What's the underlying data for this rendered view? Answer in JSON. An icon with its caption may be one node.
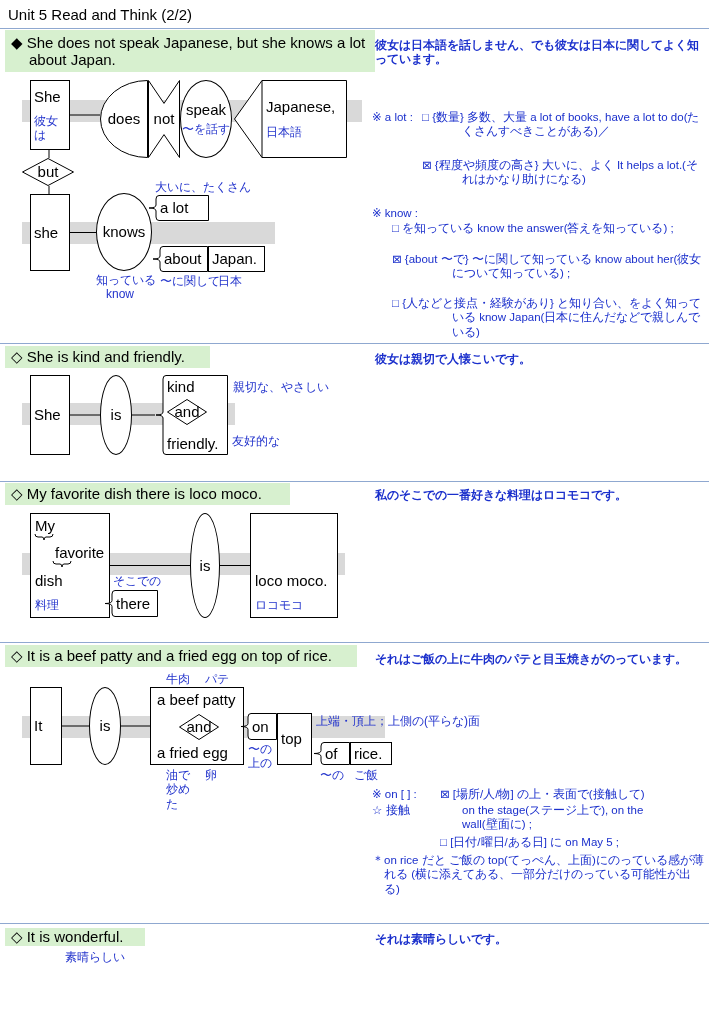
{
  "diagram": {
    "nodes": [
      {
        "text": [
          "◆ She does not speak Japanese, but she knows a lot about Japan."
        ]
      },
      {
        "text": [
          "She",
          "彼女は"
        ]
      },
      {
        "text": [
          "does"
        ]
      },
      {
        "text": [
          "not"
        ]
      },
      {
        "text": [
          "speak",
          "〜を話す"
        ]
      },
      {
        "text": [
          "Japanese,",
          "日本語"
        ]
      },
      {
        "text": [
          "but"
        ]
      },
      {
        "text": [
          "she"
        ]
      },
      {
        "text": [
          "knows"
        ],
        "beside": [
          "知っている",
          "know"
        ]
      },
      {
        "text": [
          "a lot"
        ],
        "beside": [
          "大いに、たくさん"
        ]
      },
      {
        "text": [
          "about"
        ],
        "beside": [
          "〜に関して"
        ]
      },
      {
        "text": [
          "Japan."
        ],
        "beside": [
          "日本"
        ]
      },
      {
        "text": [
          "◇ She is kind and friendly."
        ]
      },
      {
        "text": [
          "She"
        ]
      },
      {
        "text": [
          "is"
        ]
      },
      {
        "text": [
          "kind",
          "friendly."
        ],
        "beside": [
          "親切な、やさしい",
          "友好的な"
        ]
      },
      {
        "text": [
          "and"
        ],
        "in": 15
      },
      {
        "text": [
          "◇ My favorite dish there is loco moco."
        ]
      },
      {
        "text": [
          "My",
          "favorite",
          "dish",
          "料理"
        ]
      },
      {
        "text": [
          "there"
        ],
        "beside": [
          "そこでの"
        ]
      },
      {
        "text": [
          "is"
        ]
      },
      {
        "text": [
          "loco moco.",
          "ロコモコ"
        ]
      },
      {
        "text": [
          "◇ It is a beef patty and a fried egg on top of rice."
        ]
      },
      {
        "text": [
          "It"
        ]
      },
      {
        "text": [
          "is"
        ]
      },
      {
        "text": [
          "a beef patty",
          "a fried egg"
        ],
        "beside": [
          "牛肉",
          "パテ",
          "油で炒めた",
          "卵"
        ]
      },
      {
        "text": [
          "and"
        ],
        "in": 25
      },
      {
        "text": [
          "on"
        ],
        "beside": [
          "〜の上の"
        ]
      },
      {
        "text": [
          "top"
        ],
        "beside": [
          "上端・頂上；上側の(平らな)面"
        ]
      },
      {
        "text": [
          "of"
        ],
        "beside": [
          "〜の"
        ]
      },
      {
        "text": [
          "rice."
        ],
        "beside": [
          "ご飯"
        ]
      },
      {
        "text": [
          "◇ It is wonderful."
        ],
        "beside": [
          "素晴らしい"
        ]
      }
    ],
    "edges": [
      {
        "from": 1,
        "to": 2,
        "arrow": "none"
      },
      {
        "from": 1,
        "to": 6,
        "arrow": "none"
      },
      {
        "from": 6,
        "to": 7,
        "arrow": "none"
      },
      {
        "from": 7,
        "to": 8,
        "arrow": "none"
      },
      {
        "from": 13,
        "to": 14,
        "arrow": "none"
      },
      {
        "from": 14,
        "to": 15,
        "arrow": "none"
      },
      {
        "from": 18,
        "to": 20,
        "arrow": "none"
      },
      {
        "from": 20,
        "to": 21,
        "arrow": "none"
      },
      {
        "from": 23,
        "to": 24,
        "arrow": "none"
      },
      {
        "from": 24,
        "to": 25,
        "arrow": "none"
      }
    ],
    "labels": [
      "Unit 5 Read and Think (2/2)",
      "彼女は日本語を話しません、でも彼女は日本に関してよく知っています。",
      "※ a lot :",
      "□ {数量} 多数、大量 a lot of books, have a lot to do(たくさんすべきことがある)／",
      "⊠ {程度や頻度の高さ} 大いに、よく It helps a lot.(それはかなり助けになる)",
      "※ know :",
      "□ を知っている know the answer(答えを知っている) ;",
      "⊠ {about 〜で} 〜に関して知っている know about her(彼女について知っている) ;",
      "□ {人などと接点・経験があり} と知り合い、をよく知っている know Japan(日本に住んだなどで親しんでいる)",
      "彼女は親切で人懐こいです。",
      "私のそこでの一番好きな料理はロコモコです。",
      "それはご飯の上に牛肉のパテと目玉焼きがのっています。",
      "※ on [ ] :",
      "⊠ [場所/人/物] の上・表面で(接触して)",
      "☆ 接触",
      "on the stage(ステージ上で), on the wall(壁面に) ;",
      "□ [日付/曜日/ある日] に on May 5 ;",
      "＊on rice だと ご飯の top(てっぺん、上面)にのっている感が薄れる (横に添えてある、一部分だけのっている可能性が出る)",
      "それは素晴らしいです。"
    ]
  }
}
